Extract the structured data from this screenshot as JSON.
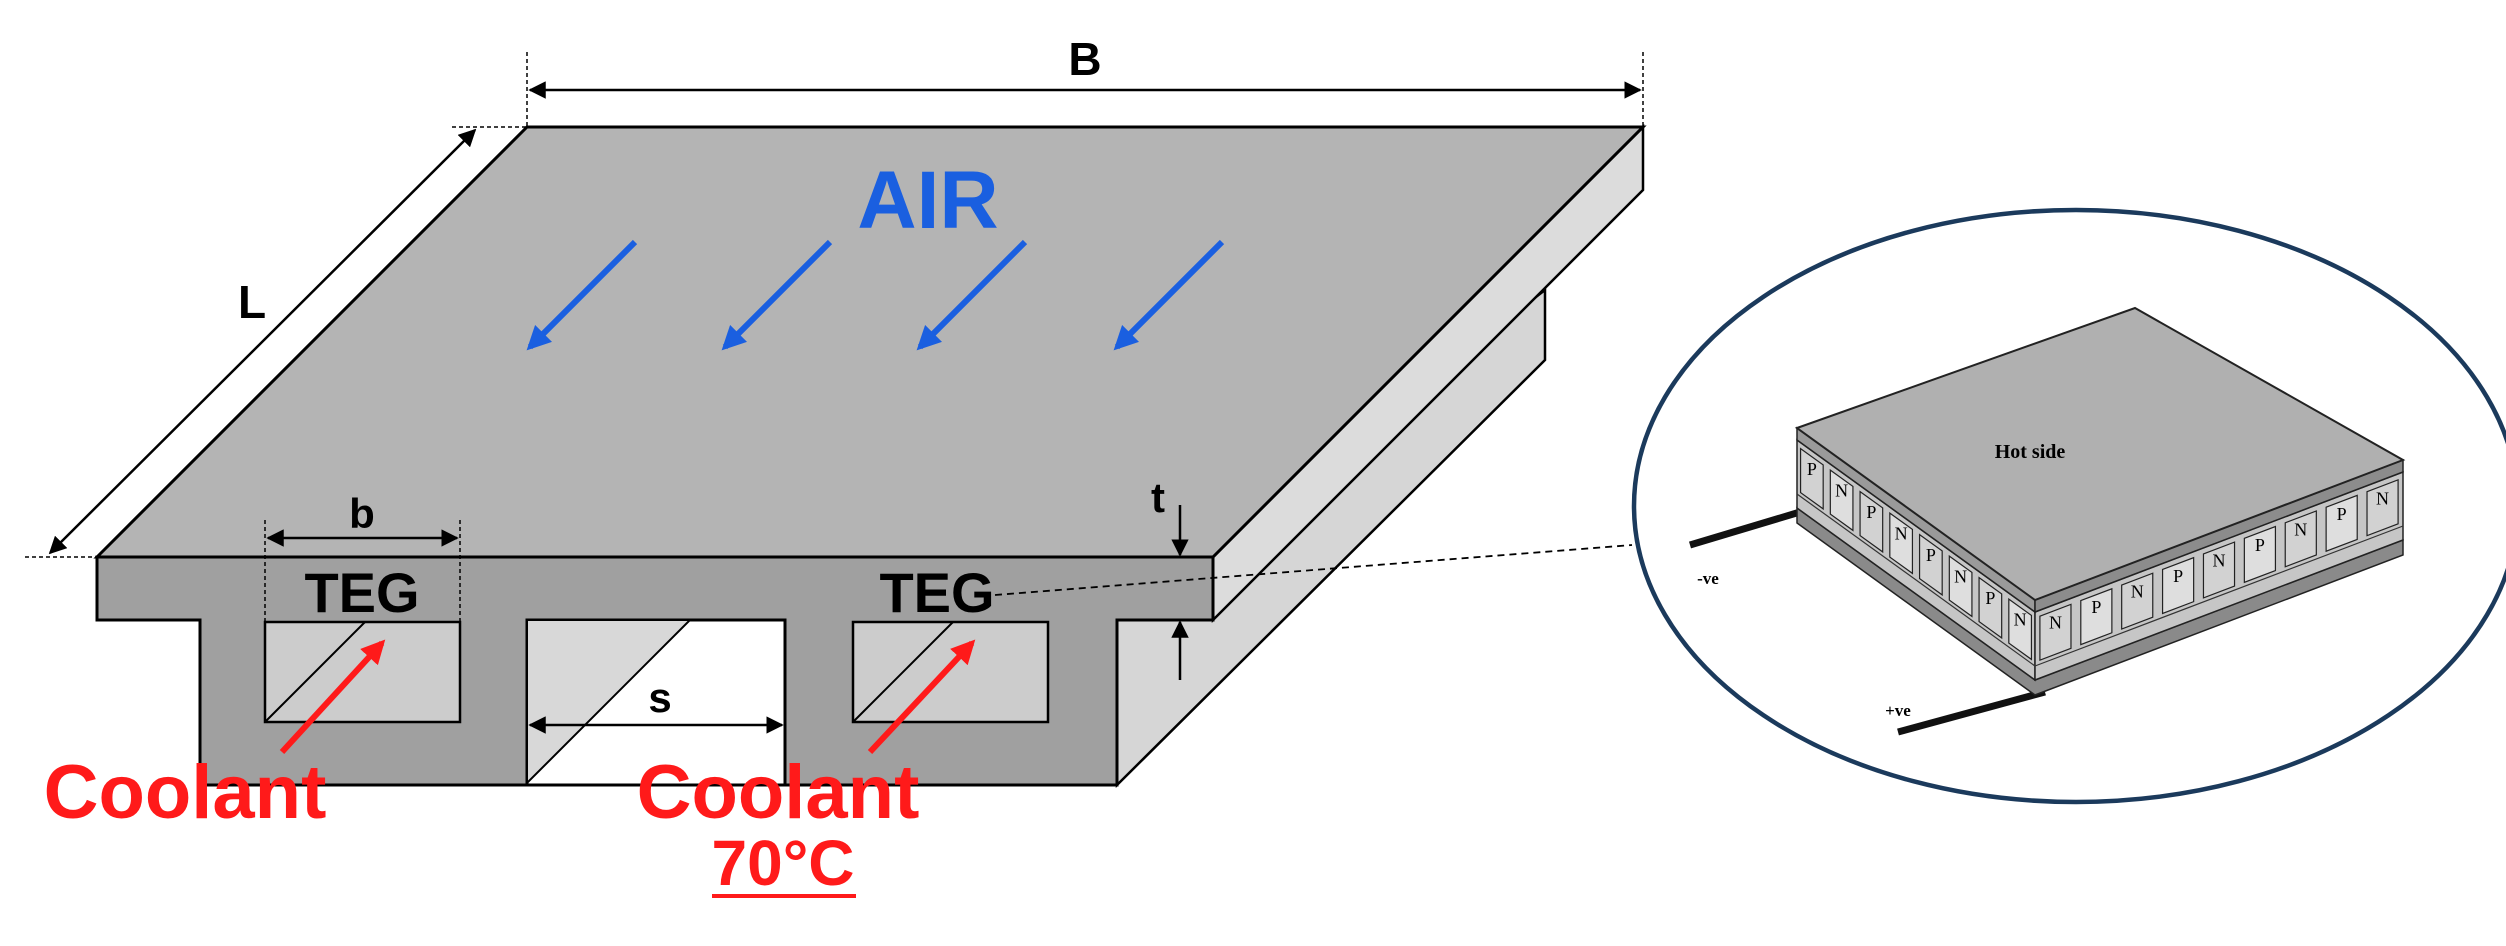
{
  "labels": {
    "B": "B",
    "L": "L",
    "b": "b",
    "t": "t",
    "s": "s",
    "air": "AIR",
    "teg_left": "TEG",
    "teg_right": "TEG",
    "coolant_left": "Coolant",
    "coolant_right": "Coolant",
    "temperature": "70°C"
  },
  "module": {
    "hot_side": "Hot side",
    "neg_terminal": "-ve",
    "pos_terminal": "+ve",
    "front_legs": [
      "N",
      "P",
      "N",
      "P",
      "N",
      "P",
      "N",
      "P",
      "N"
    ],
    "side_legs": [
      "P",
      "N",
      "P",
      "N",
      "P",
      "N",
      "P",
      "N"
    ]
  },
  "colors": {
    "plate_top": "#b4b4b4",
    "plate_front": "#a0a0a0",
    "plate_side": "#dcdcdc",
    "channel": "#cccccc",
    "air_arrow": "#1a5fe0",
    "coolant": "#ff1a1a",
    "ellipse_border": "#1b3a5c"
  }
}
